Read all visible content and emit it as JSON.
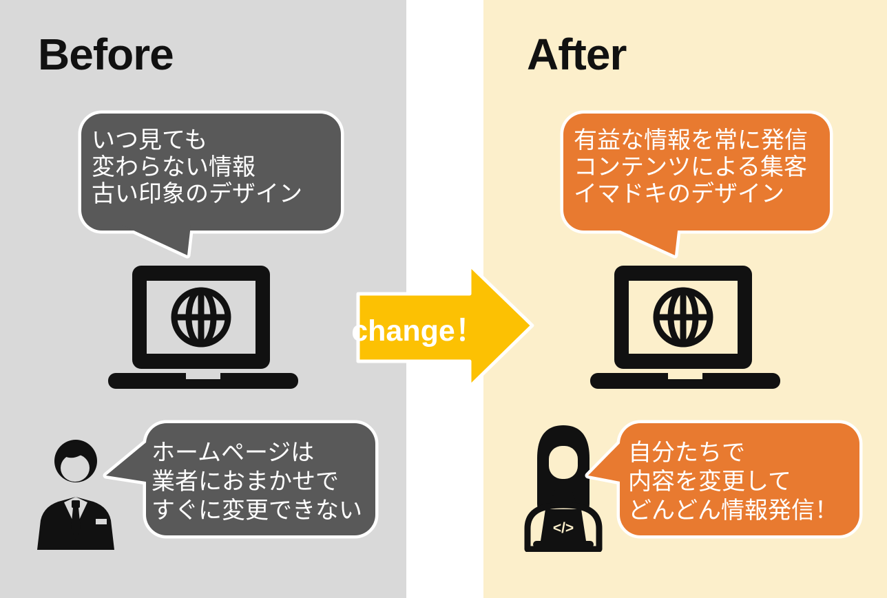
{
  "titles": {
    "before": "Before",
    "after": "After"
  },
  "arrow": {
    "label": "change！"
  },
  "before_panel": {
    "top_bubble": {
      "lines": [
        "いつ見ても",
        "変わらない情報",
        "古い印象のデザイン"
      ]
    },
    "bottom_bubble": {
      "lines": [
        "ホームページは",
        "業者におまかせで",
        "すぐに変更できない"
      ]
    }
  },
  "after_panel": {
    "top_bubble": {
      "lines": [
        "有益な情報を常に発信",
        "コンテンツによる集客",
        "イマドキのデザイン"
      ]
    },
    "bottom_bubble": {
      "lines": [
        "自分たちで",
        "内容を変更して",
        "どんどん情報発信！"
      ]
    }
  },
  "icons": {
    "before_laptop": "laptop-with-globe",
    "after_laptop": "laptop-with-globe",
    "before_person": "businessman",
    "after_person": "woman-with-laptop",
    "code_glyph": "</>"
  },
  "colors": {
    "before_bg": "#D9D9D9",
    "after_bg": "#FCEFCB",
    "divider": "#FFFFFF",
    "dark_bubble": "#595959",
    "orange_bubble": "#E87A30",
    "arrow_yellow": "#FCC103",
    "icon_black": "#111111",
    "text_white": "#FFFFFF"
  }
}
